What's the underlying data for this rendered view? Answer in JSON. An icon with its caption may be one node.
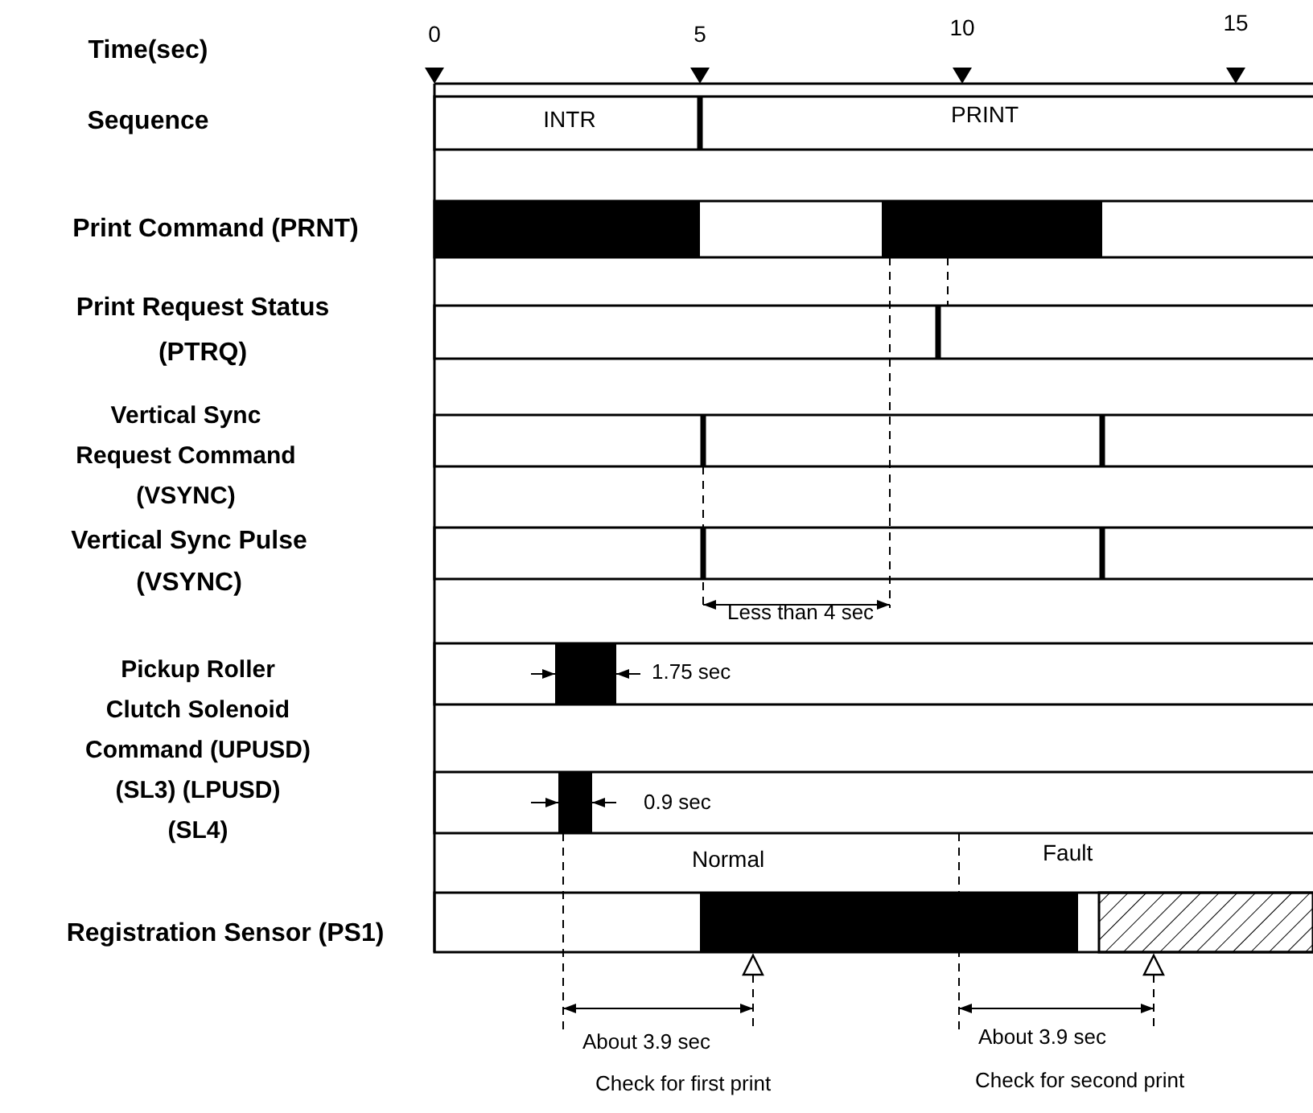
{
  "diagram": {
    "labels": [
      "Time(sec)",
      "0",
      "5",
      "10",
      "15",
      "Sequence",
      "INTR",
      "PRINT",
      "Print Command (PRNT)",
      "Print Request Status (PTRQ)",
      "Vertical Sync Request Command (VSYNC)",
      "Vertical Sync Pulse (VSYNC)",
      "Less than 4 sec",
      "1.75 sec",
      "Pickup Roller Clutch Solenoid Command (UPUSD) (SL3) (LPUSD) (SL4)",
      "0.9 sec",
      "Normal",
      "Fault",
      "Registration Sensor (PS1)",
      "About 3.9 sec",
      "About 3.9 sec",
      "Check for first print",
      "Check for second print"
    ]
  }
}
